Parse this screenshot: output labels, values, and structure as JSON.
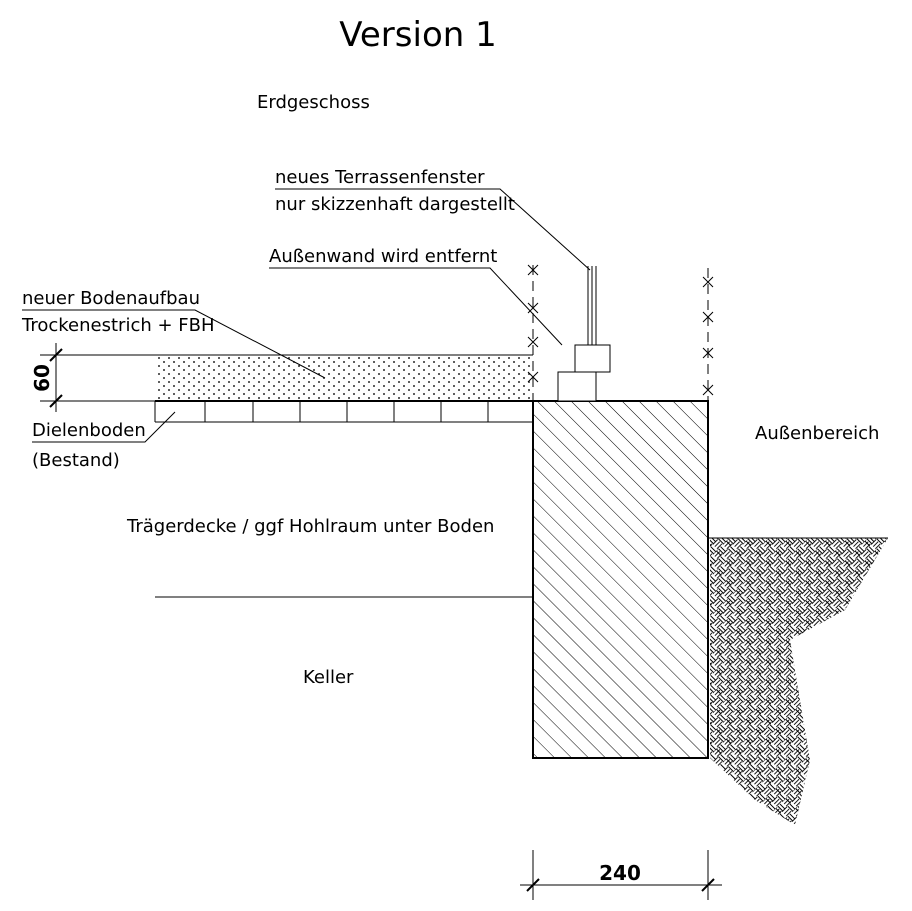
{
  "title": "Version 1",
  "labels": {
    "upper_floor": "Erdgeschoss",
    "window_note_line1": "neues Terrassenfenster",
    "window_note_line2": "nur skizzenhaft dargestellt",
    "wall_removed": "Außenwand wird entfernt",
    "new_floor_line1": "neuer Bodenaufbau",
    "new_floor_line2": "Trockenestrich + FBH",
    "boards_line1": "Dielenboden",
    "boards_line2": "(Bestand)",
    "outside": "Außenbereich",
    "ceiling": "Trägerdecke / ggf Hohlraum unter Boden",
    "basement": "Keller"
  },
  "dimensions": {
    "screed_thickness": "60",
    "wall_thickness": "240"
  },
  "colors": {
    "line": "#000000",
    "background": "#ffffff"
  }
}
